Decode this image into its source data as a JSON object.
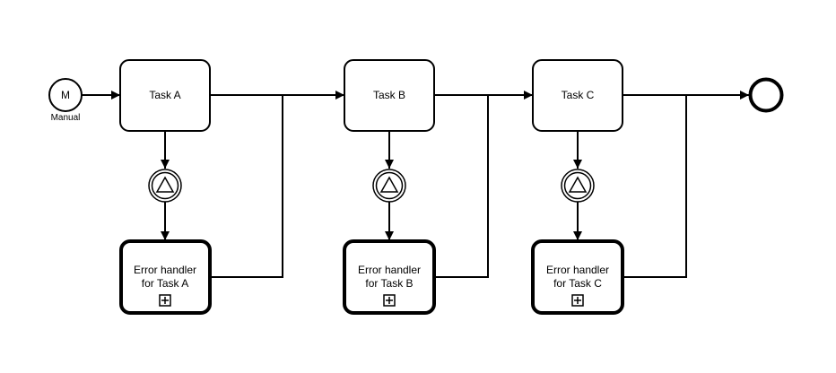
{
  "diagram": {
    "start_event": {
      "marker": "M",
      "label": "Manual"
    },
    "tasks": [
      {
        "label": "Task A",
        "handler_line1": "Error handler",
        "handler_line2": "for Task A"
      },
      {
        "label": "Task B",
        "handler_line1": "Error handler",
        "handler_line2": "for Task B"
      },
      {
        "label": "Task C",
        "handler_line1": "Error handler",
        "handler_line2": "for Task C"
      }
    ],
    "icons": {
      "intermediate_event": "triangle-signal-icon",
      "subprocess_marker": "plus-icon",
      "end_event": "end-event-icon"
    }
  }
}
